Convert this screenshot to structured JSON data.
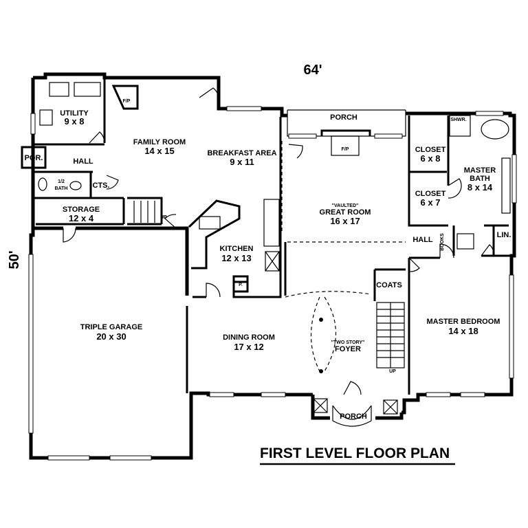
{
  "dimensions": {
    "width": "64'",
    "depth": "50'"
  },
  "title": "FIRST LEVEL FLOOR PLAN",
  "rooms": {
    "utility": {
      "name": "UTILITY",
      "size": "9 x 8"
    },
    "family_room": {
      "name": "FAMILY ROOM",
      "size": "14 x 15"
    },
    "breakfast": {
      "name": "BREAKFAST AREA",
      "size": "9 x 11"
    },
    "porch_rear": {
      "name": "PORCH"
    },
    "great_room": {
      "note": "\"VAULTED\"",
      "name": "GREAT ROOM",
      "size": "16 x 17"
    },
    "closet_1": {
      "name": "CLOSET",
      "size": "6 x 8"
    },
    "closet_2": {
      "name": "CLOSET",
      "size": "6 x 7"
    },
    "master_bath": {
      "line1": "MASTER",
      "line2": "BATH",
      "size": "8 x 14"
    },
    "hall_left": {
      "name": "HALL"
    },
    "hall_right": {
      "name": "HALL"
    },
    "por": {
      "name": "POR."
    },
    "half_bath": {
      "line1": "1/2",
      "line2": "BATH"
    },
    "cts": {
      "name": "CTS."
    },
    "storage": {
      "name": "STORAGE",
      "size": "12 x 4"
    },
    "kitchen": {
      "name": "KITCHEN",
      "size": "12 x 13"
    },
    "pantry": {
      "name": "P."
    },
    "coats": {
      "name": "COATS"
    },
    "garage": {
      "name": "TRIPLE GARAGE",
      "size": "20 x 30"
    },
    "dining": {
      "name": "DINING ROOM",
      "size": "17 x 12"
    },
    "foyer": {
      "note": "\"TWO STORY\"",
      "name": "FOYER"
    },
    "master_bedroom": {
      "name": "MASTER BEDROOM",
      "size": "14 x 18"
    },
    "porch_front": {
      "name": "PORCH"
    },
    "lin": {
      "name": "LIN."
    }
  },
  "small_labels": {
    "fp_family": "F/P",
    "fp_great": "F/P",
    "up_storage": "UP",
    "up_stair": "UP",
    "shwr": "SHWR.",
    "books": "BOOKS"
  }
}
